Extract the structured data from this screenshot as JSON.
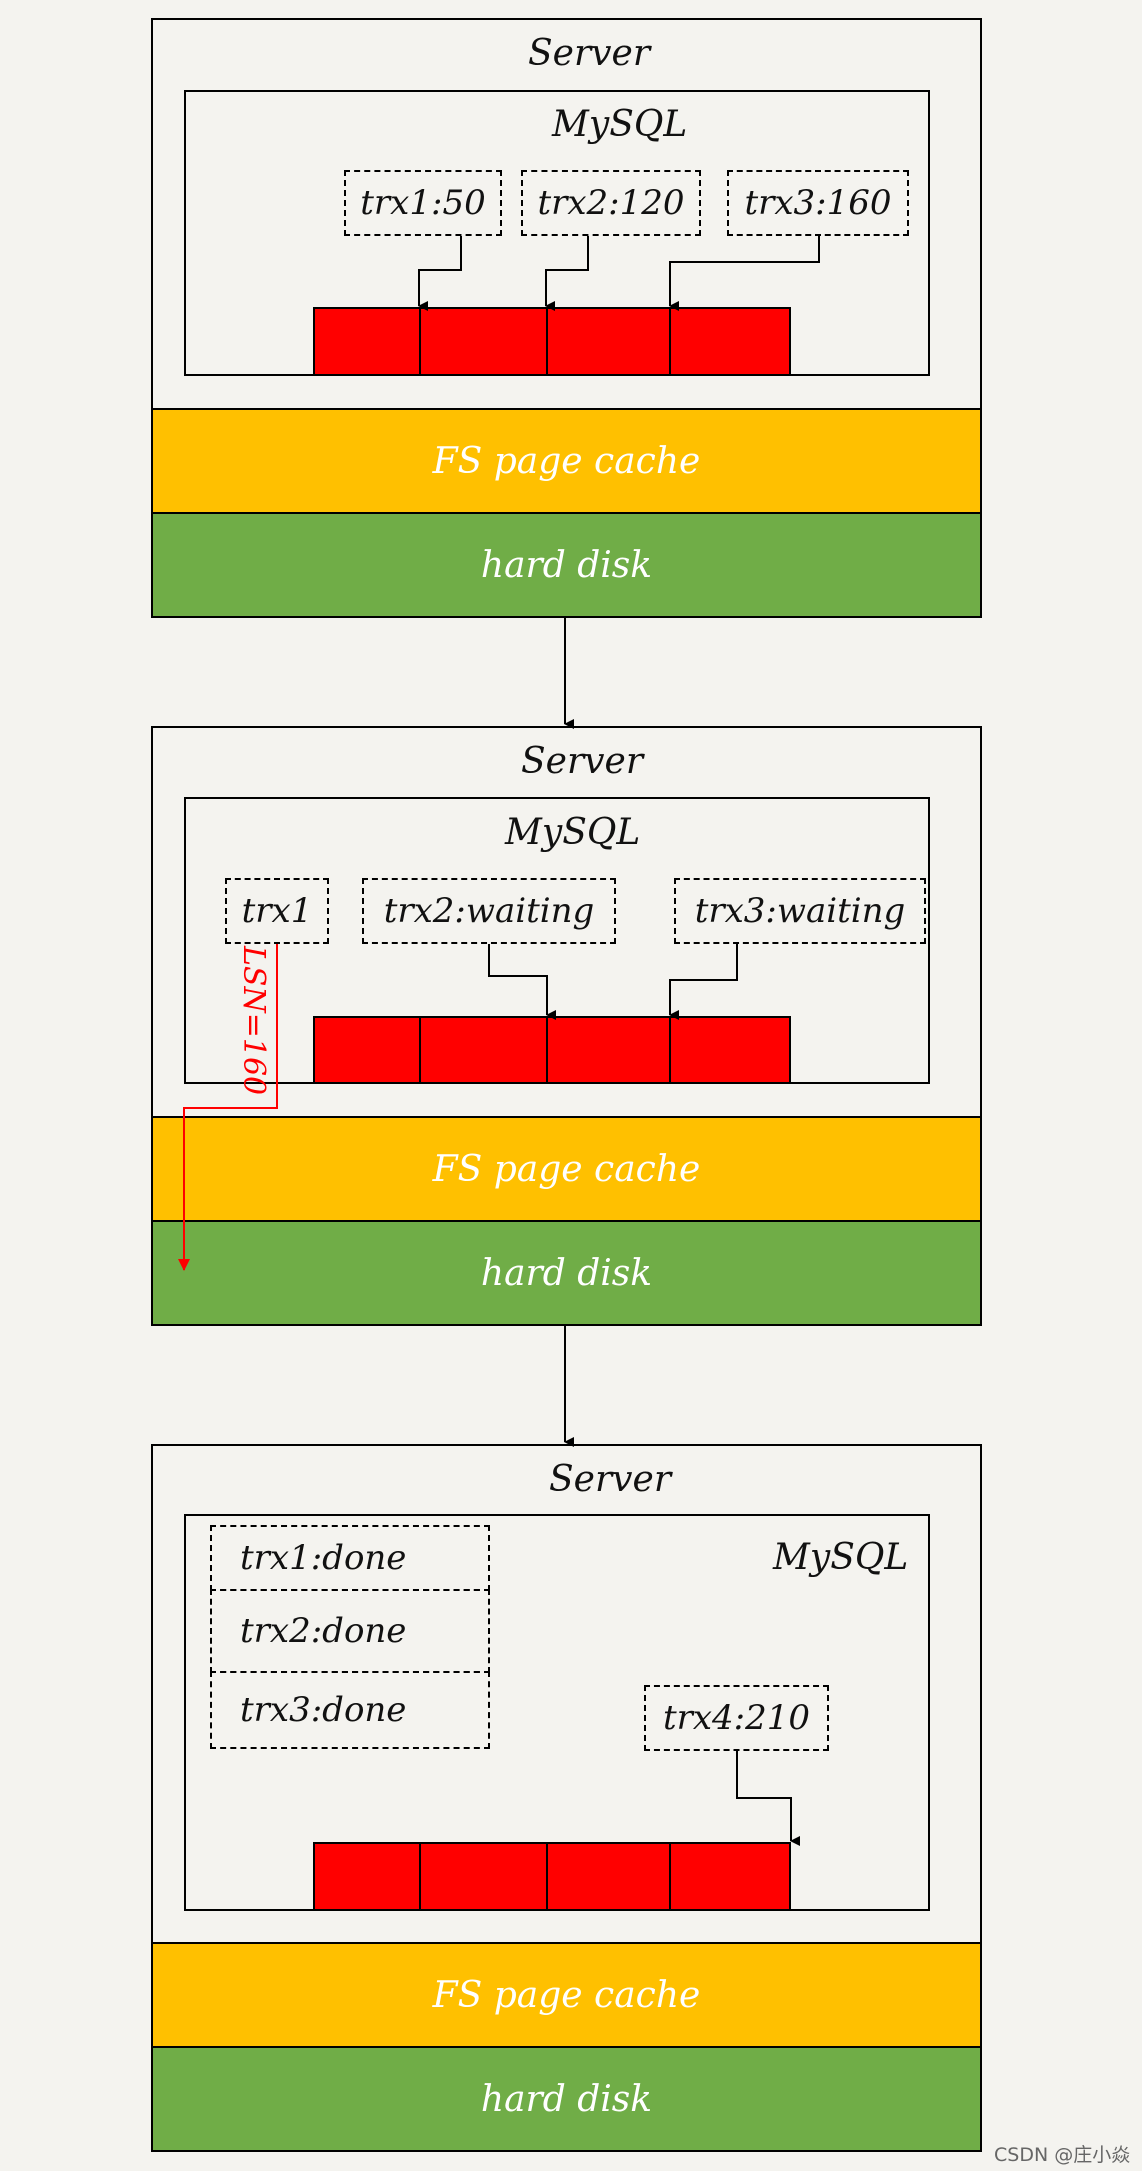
{
  "panels": [
    {
      "server_label": "Server",
      "mysql_label": "MySQL",
      "transactions": [
        "trx1:50",
        "trx2:120",
        "trx3:160"
      ],
      "fs_label": "FS page cache",
      "disk_label": "hard disk"
    },
    {
      "server_label": "Server",
      "mysql_label": "MySQL",
      "transactions": [
        "trx1",
        "trx2:waiting",
        "trx3:waiting"
      ],
      "lsn_label": "LSN=160",
      "fs_label": "FS page cache",
      "disk_label": "hard disk"
    },
    {
      "server_label": "Server",
      "mysql_label": "MySQL",
      "done_list": [
        "trx1:done",
        "trx2:done",
        "trx3:done"
      ],
      "transactions": [
        "trx4:210"
      ],
      "fs_label": "FS page cache",
      "disk_label": "hard disk"
    }
  ],
  "watermark": "CSDN @庄小焱",
  "colors": {
    "background": "#f4f3ef",
    "redo_log": "#ff0000",
    "fs_page_cache": "#ffc000",
    "hard_disk": "#70ad47",
    "lsn_arrow": "#ff0000"
  }
}
